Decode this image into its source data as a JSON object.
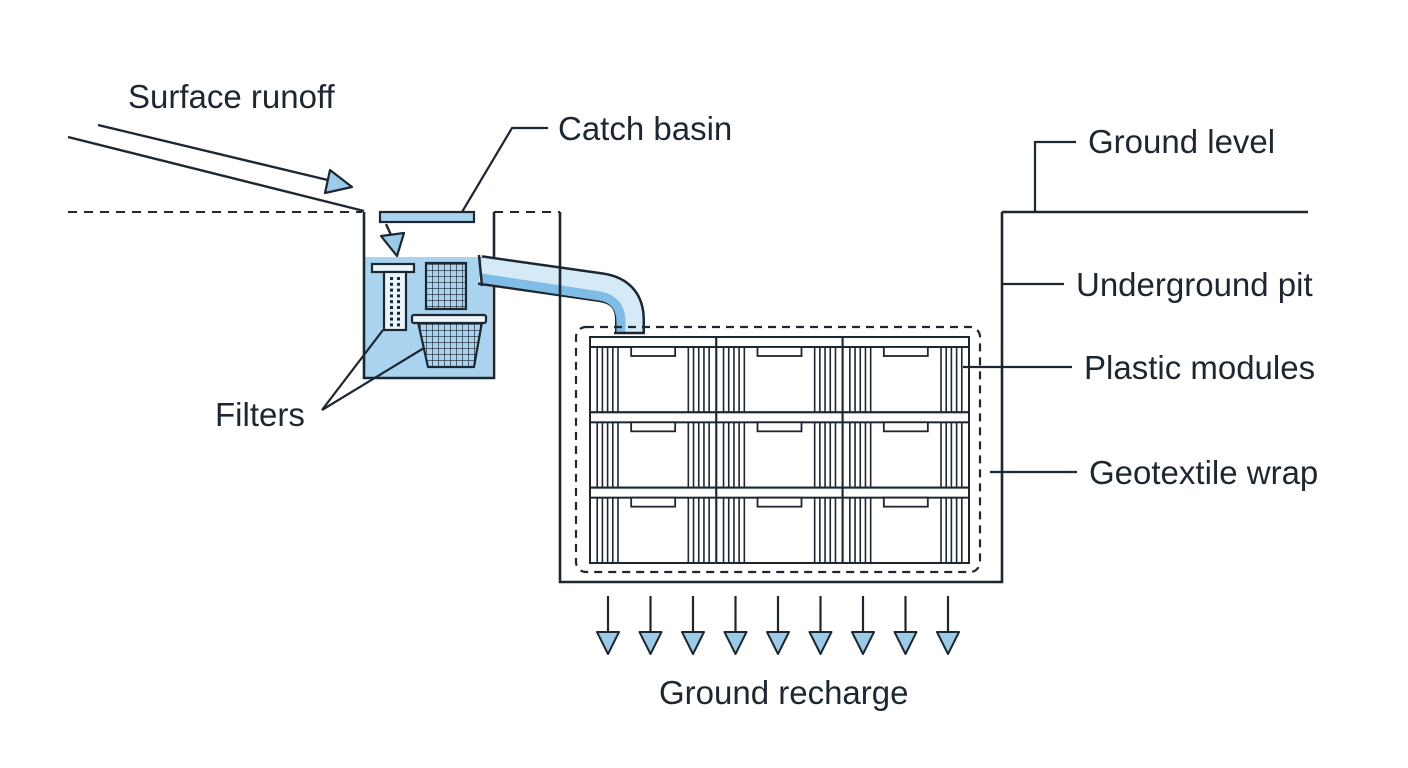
{
  "labels": {
    "surface_runoff": "Surface runoff",
    "catch_basin": "Catch basin",
    "ground_level": "Ground level",
    "underground_pit": "Underground pit",
    "plastic_modules": "Plastic modules",
    "geotextile_wrap": "Geotextile wrap",
    "filters": "Filters",
    "ground_recharge": "Ground recharge"
  },
  "colors": {
    "line": "#1d2731",
    "water": "#a9d3ee",
    "water_light": "#d5eaf7",
    "arrow_fill": "#9ccbe8"
  },
  "modules": {
    "rows": 3,
    "columns": 3
  },
  "recharge_arrow_count": 9
}
